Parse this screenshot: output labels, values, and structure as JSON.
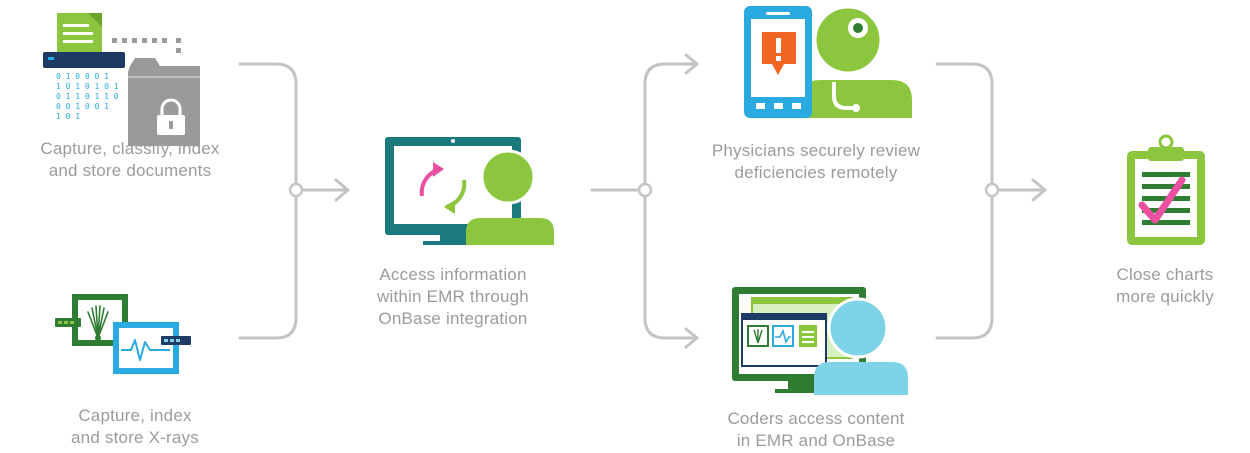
{
  "steps": {
    "capture_documents": {
      "label": "Capture, classify, index\nand store documents"
    },
    "capture_xrays": {
      "label": "Capture, index\nand store X-rays"
    },
    "access_emr": {
      "label": "Access information\nwithin EMR through\nOnBase integration"
    },
    "physicians_review": {
      "label": "Physicians securely review\ndeficiencies remotely"
    },
    "coders_access": {
      "label": "Coders access content\nin EMR and OnBase"
    },
    "close_charts": {
      "label": "Close charts\nmore quickly"
    }
  },
  "document_binary": [
    "0 1 0 0 0 1",
    "1 0 1 0 1 0 1",
    "0 1 1 0 1 1 0",
    "0 0 1   0 0 1",
    "1   0     1"
  ],
  "colors": {
    "connector": "#c4c4c4",
    "green": "#8cc63f",
    "dark_green": "#2e7d32",
    "teal": "#1a7a7e",
    "light_blue": "#7fd3e6",
    "cyan": "#29abe2",
    "navy": "#1e3b66",
    "pink": "#ec4fa0",
    "orange": "#f26522",
    "gray": "#9a9a9a",
    "text": "#9b9b9b"
  }
}
